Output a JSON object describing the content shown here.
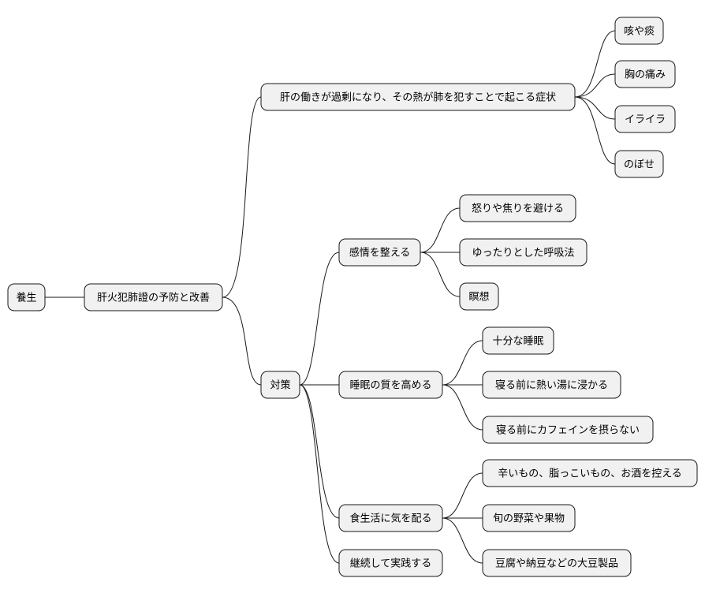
{
  "mindmap": {
    "root": "養生",
    "topic": "肝火犯肺證の予防と改善",
    "symptoms": {
      "label": "肝の働きが過剰になり、その熱が肺を犯すことで起こる症状",
      "items": [
        "咳や痰",
        "胸の痛み",
        "イライラ",
        "のぼせ"
      ]
    },
    "measures": {
      "label": "対策",
      "emotion": {
        "label": "感情を整える",
        "items": [
          "怒りや焦りを避ける",
          "ゆったりとした呼吸法",
          "瞑想"
        ]
      },
      "sleep": {
        "label": "睡眠の質を高める",
        "items": [
          "十分な睡眠",
          "寝る前に熱い湯に浸かる",
          "寝る前にカフェインを摂らない"
        ]
      },
      "diet": {
        "label": "食生活に気を配る",
        "items": [
          "辛いもの、脂っこいもの、お酒を控える",
          "旬の野菜や果物",
          "豆腐や納豆などの大豆製品"
        ]
      },
      "continue": {
        "label": "継続して実践する"
      }
    }
  }
}
